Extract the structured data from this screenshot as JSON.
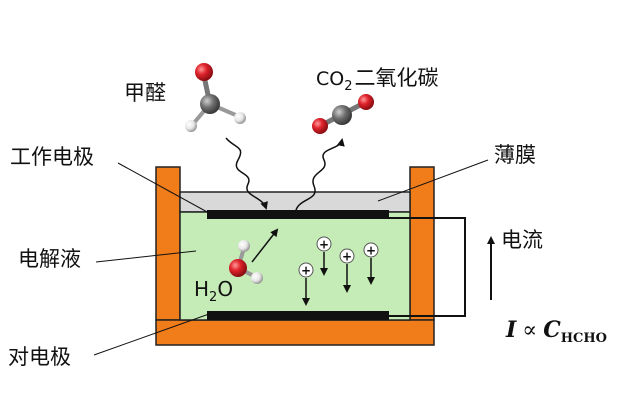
{
  "labels": {
    "formaldehyde": "甲醛",
    "co2_prefix": "CO",
    "co2_sub": "2",
    "co2_suffix": "二氧化碳",
    "working_electrode": "工作电极",
    "membrane": "薄膜",
    "electrolyte": "电解液",
    "current": "电流",
    "water_h": "H",
    "water_sub": "2",
    "water_o": "O",
    "counter_electrode": "对电极"
  },
  "formula": {
    "lhs": "I",
    "prop": "∝",
    "c": "C",
    "sub": "HCHO"
  },
  "ion_symbol": "+",
  "colors": {
    "housing": "#f07c1a",
    "housing_stroke": "#222222",
    "electrolyte": "#c5ecb6",
    "membrane": "#d9d9d9",
    "electrode": "#111111",
    "carbon": "#707070",
    "oxygen": "#e0232b",
    "hydrogen": "#f2f2f2",
    "ion_fill": "#ffffff"
  }
}
